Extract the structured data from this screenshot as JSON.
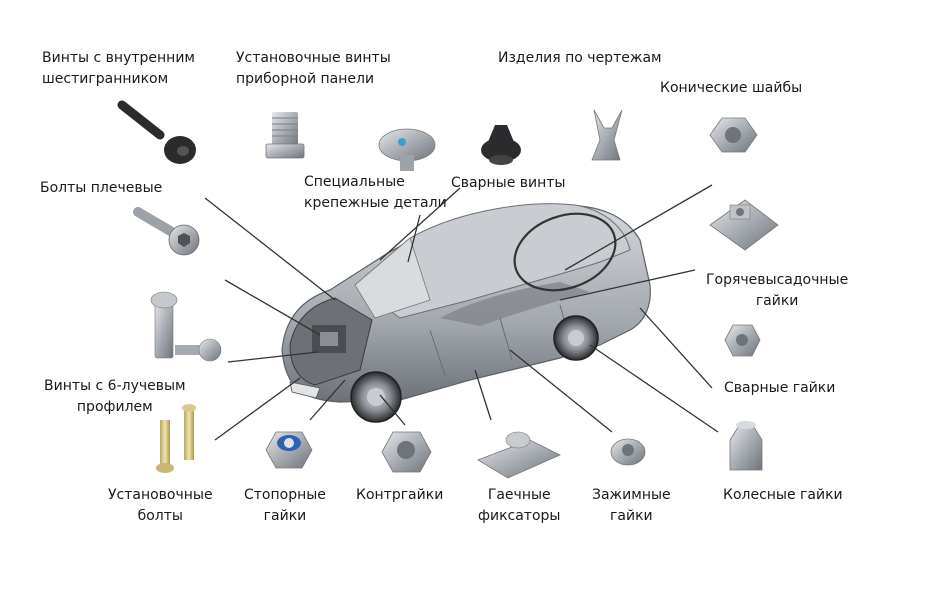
{
  "labels": {
    "hex_socket_screws_l1": "Винты с внутренним",
    "hex_socket_screws_l2": "шестигранником",
    "dashboard_screws_l1": "Установочные винты",
    "dashboard_screws_l2": "приборной панели",
    "custom_parts": "Изделия по чертежам",
    "conical_washers": "Конические шайбы",
    "shoulder_bolts": "Болты плечевые",
    "special_fasteners_l1": "Специальные",
    "special_fasteners_l2": "крепежные детали",
    "weld_screws": "Сварные винты",
    "hot_forged_nuts_l1": "Горячевысадочные",
    "hot_forged_nuts_l2": "гайки",
    "hexalobular_screws_l1": "Винты с 6-лучевым",
    "hexalobular_screws_l2": "профилем",
    "weld_nuts": "Сварные гайки",
    "set_bolts_l1": "Установочные",
    "set_bolts_l2": "болты",
    "lock_nuts_l1": "Стопорные",
    "lock_nuts_l2": "гайки",
    "counter_nuts": "Контргайки",
    "nut_retainers_l1": "Гаечные",
    "nut_retainers_l2": "фиксаторы",
    "clamp_nuts_l1": "Зажимные",
    "clamp_nuts_l2": "гайки",
    "wheel_nuts": "Колесные гайки"
  },
  "colors": {
    "line": "#333333",
    "metal": "#b8bcc2",
    "dark_metal": "#2b2b2e",
    "car_body": "#a9adb2",
    "gold": "#d8c98a"
  }
}
